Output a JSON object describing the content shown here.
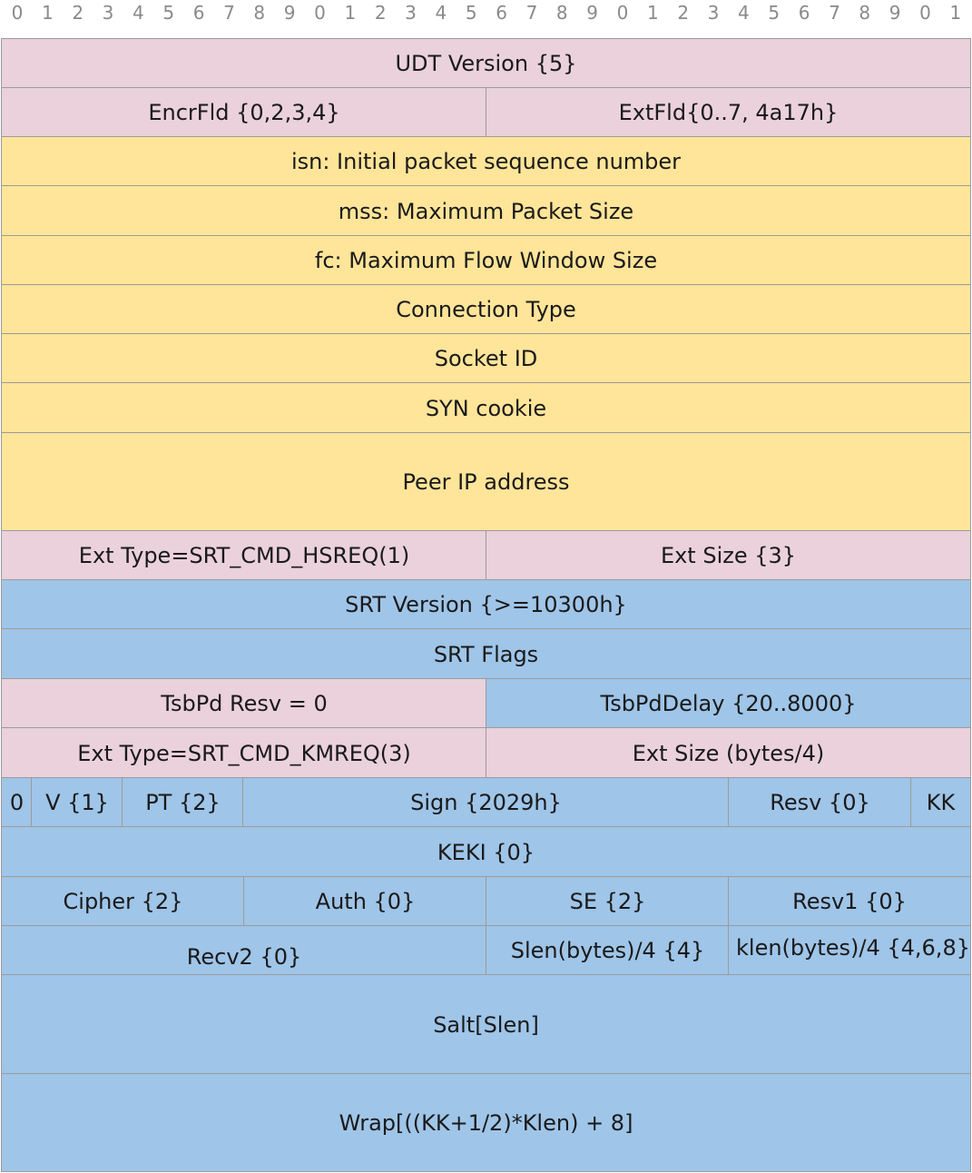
{
  "bit_ruler": [
    "0",
    "1",
    "2",
    "3",
    "4",
    "5",
    "6",
    "7",
    "8",
    "9",
    "0",
    "1",
    "2",
    "3",
    "4",
    "5",
    "6",
    "7",
    "8",
    "9",
    "0",
    "1",
    "2",
    "3",
    "4",
    "5",
    "6",
    "7",
    "8",
    "9",
    "0",
    "1"
  ],
  "fields": {
    "udt_version": "UDT Version {5}",
    "encr_fld": "EncrFld {0,2,3,4}",
    "ext_fld": "ExtFld{0..7, 4a17h}",
    "isn": "isn: Initial packet sequence number",
    "mss": "mss: Maximum Packet Size",
    "fc": "fc: Maximum Flow Window Size",
    "connection_type": "Connection Type",
    "socket_id": "Socket ID",
    "syn_cookie": "SYN cookie",
    "peer_ip": "Peer IP address",
    "ext_type_hsreq": "Ext Type=SRT_CMD_HSREQ(1)",
    "ext_size_3": "Ext Size {3}",
    "srt_version": "SRT Version {>=10300h}",
    "srt_flags": "SRT Flags",
    "tsbpd_resv": "TsbPd Resv = 0",
    "tsbpd_delay": "TsbPdDelay {20..8000}",
    "ext_type_kmreq": "Ext Type=SRT_CMD_KMREQ(3)",
    "ext_size_bytes": "Ext Size (bytes/4)",
    "zero": "0",
    "v": "V {1}",
    "pt": "PT {2}",
    "sign": "Sign {2029h}",
    "resv": "Resv {0}",
    "kk": "KK",
    "keki": "KEKI {0}",
    "cipher": "Cipher {2}",
    "auth": "Auth {0}",
    "se": "SE {2}",
    "resv1": "Resv1 {0}",
    "recv2": "Recv2 {0}",
    "slen": "Slen(bytes)/4 {4}",
    "klen": "klen(bytes)/4 {4,6,8}",
    "salt": "Salt[Slen]",
    "wrap": "Wrap[((KK+1/2)*Klen) + 8]"
  },
  "colors": {
    "pink": "#ead1dc",
    "yellow": "#ffe599",
    "blue": "#9fc5e8",
    "border": "#9b9b9b"
  }
}
